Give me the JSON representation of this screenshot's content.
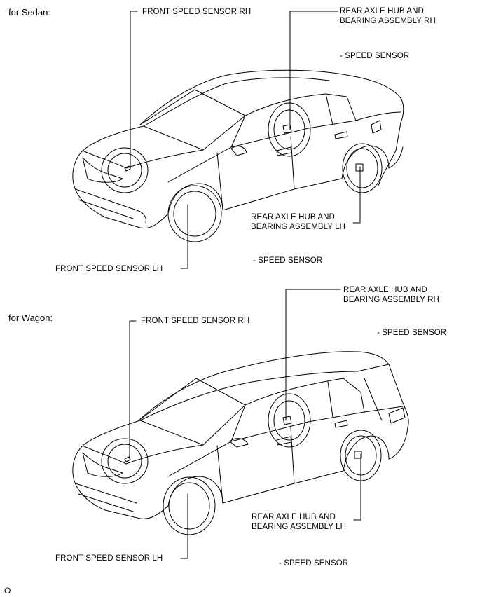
{
  "sedan": {
    "heading": "for Sedan:",
    "front_rh": "FRONT SPEED SENSOR RH",
    "rear_rh_line1": "REAR AXLE HUB AND",
    "rear_rh_line2": "BEARING ASSEMBLY RH",
    "rear_rh_sub": "- SPEED SENSOR",
    "rear_lh_line1": "REAR AXLE HUB AND",
    "rear_lh_line2": "BEARING ASSEMBLY LH",
    "rear_lh_sub": "- SPEED SENSOR",
    "front_lh": "FRONT SPEED SENSOR LH"
  },
  "wagon": {
    "heading": "for Wagon:",
    "front_rh": "FRONT SPEED SENSOR RH",
    "rear_rh_line1": "REAR AXLE HUB AND",
    "rear_rh_line2": "BEARING ASSEMBLY RH",
    "rear_rh_sub": "- SPEED SENSOR",
    "rear_lh_line1": "REAR AXLE HUB AND",
    "rear_lh_line2": "BEARING ASSEMBLY LH",
    "rear_lh_sub": "- SPEED SENSOR",
    "front_lh": "FRONT SPEED SENSOR LH"
  },
  "footer": {
    "code": "O"
  }
}
